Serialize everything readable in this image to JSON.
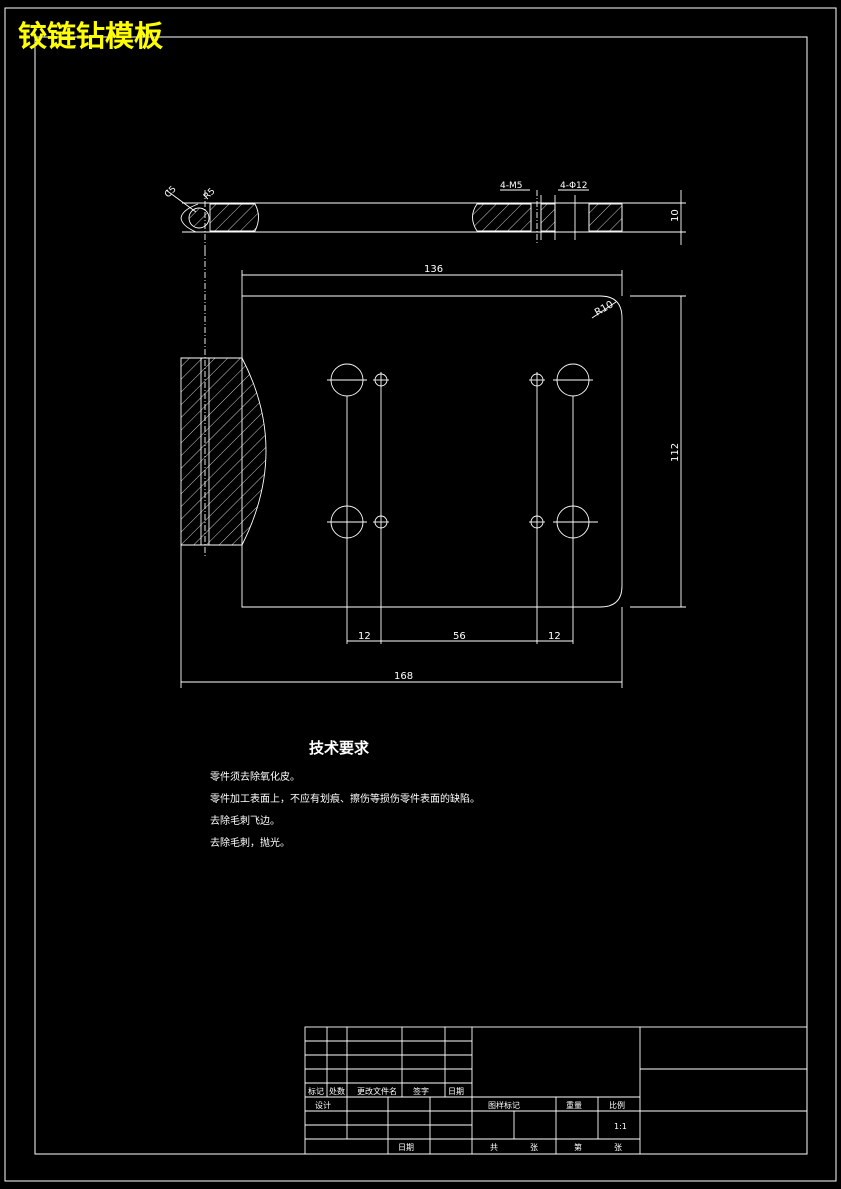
{
  "title": "铰链钻模板",
  "colors": {
    "background": "#000000",
    "line": "#ffffff",
    "title": "#ffff00"
  },
  "dimensions": {
    "hole_a": "4-M5",
    "hole_b": "4-Φ12",
    "thickness": "10",
    "top_width": "136",
    "radius": "R10",
    "height": "112",
    "gap_left": "12",
    "gap_mid": "56",
    "gap_right": "12",
    "overall_width": "168",
    "chamfer_a": "C5",
    "chamfer_b": "R5"
  },
  "tech_requirements": {
    "heading": "技术要求",
    "lines": [
      "零件须去除氧化皮。",
      "零件加工表面上，不应有划痕、擦伤等损伤零件表面的缺陷。",
      "去除毛刺飞边。",
      "去除毛刺，抛光。"
    ]
  },
  "title_block": {
    "rev_headers": [
      "标记",
      "处数",
      "更改文件名",
      "签字",
      "日期"
    ],
    "design": "设计",
    "date": "日期",
    "stage_label": "图样标记",
    "weight_label": "重量",
    "scale_label": "比例",
    "scale_value": "1:1",
    "total_label": "共",
    "sheets_label": "张",
    "sheet_no_label": "第",
    "sheet_label": "张"
  }
}
